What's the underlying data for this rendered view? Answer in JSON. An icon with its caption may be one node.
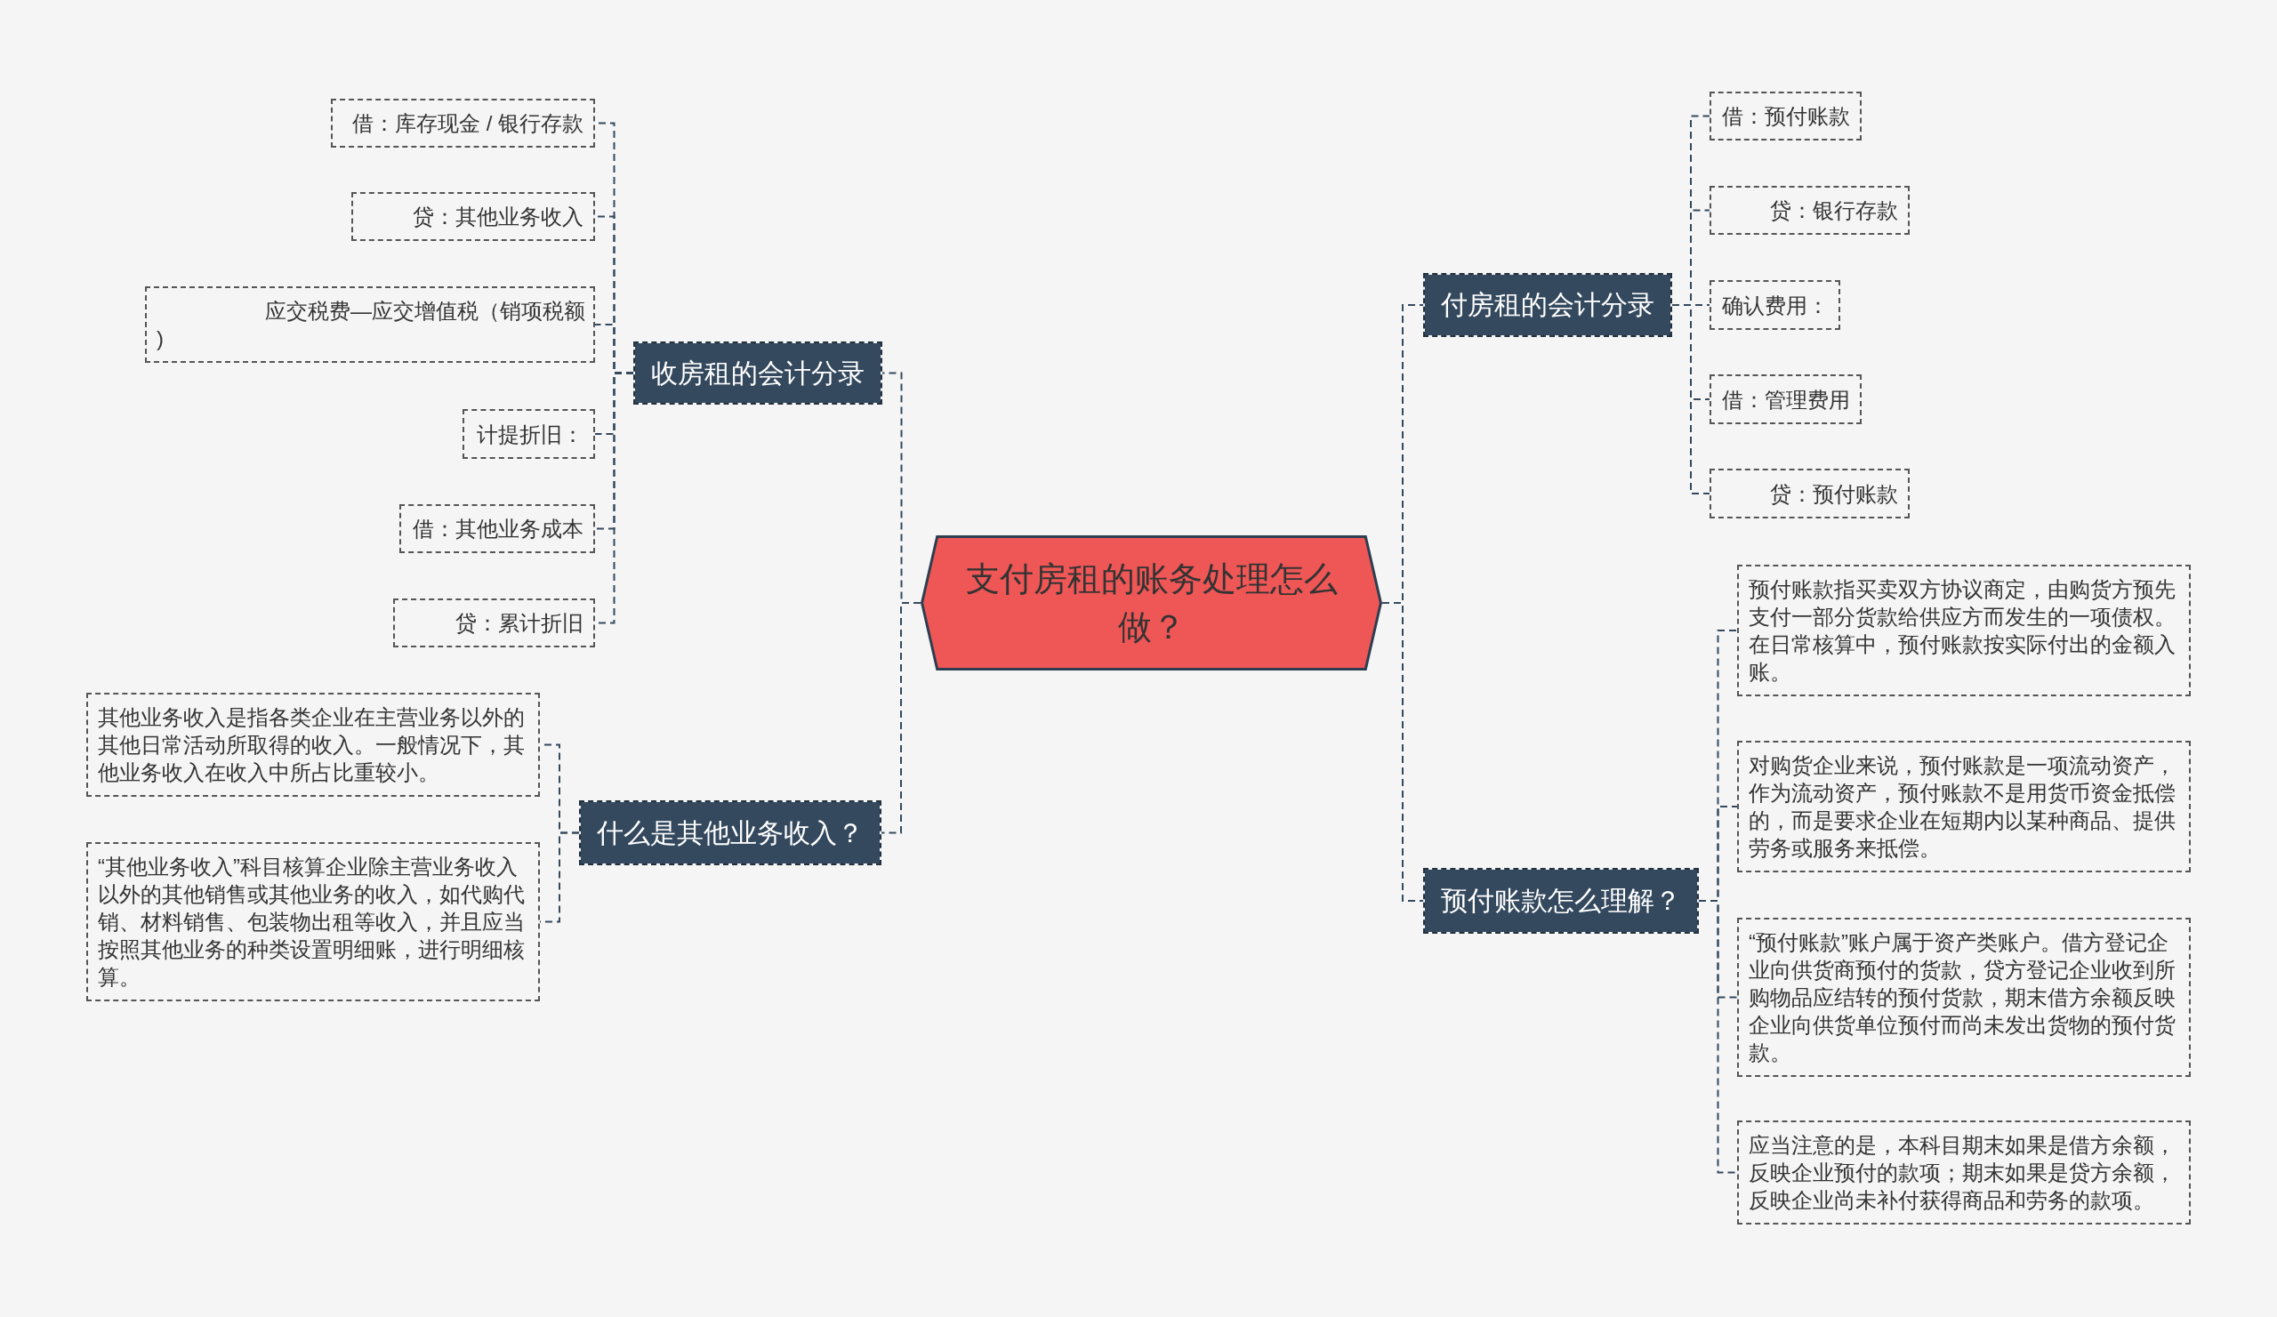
{
  "diagram": {
    "nodes": [
      {
        "text": [
          "支付房租的账务处理怎么做？"
        ]
      },
      {
        "text": [
          "收房租的会计分录"
        ]
      },
      {
        "text": [
          "借：库存现金 / 银行存款"
        ]
      },
      {
        "text": [
          "贷：其他业务收入"
        ]
      },
      {
        "text": [
          "应交税费—应交增值税（销项税额)"
        ]
      },
      {
        "text": [
          "计提折旧："
        ]
      },
      {
        "text": [
          "借：其他业务成本"
        ]
      },
      {
        "text": [
          "贷：累计折旧"
        ]
      },
      {
        "text": [
          "什么是其他业务收入？"
        ]
      },
      {
        "text": [
          "其他业务收入是指各类企业在主营业务以外的其他日常活动所取得的收入。一般情况下，其他业务收入在收入中所占比重较小。"
        ]
      },
      {
        "text": [
          "“其他业务收入”科目核算企业除主营业务收入以外的其他销售或其他业务的收入，如代购代销、材料销售、包装物出租等收入，并且应当按照其他业务的种类设置明细账，进行明细核算。"
        ]
      },
      {
        "text": [
          "付房租的会计分录"
        ]
      },
      {
        "text": [
          "借：预付账款"
        ]
      },
      {
        "text": [
          "贷：银行存款"
        ]
      },
      {
        "text": [
          "确认费用："
        ]
      },
      {
        "text": [
          "借：管理费用"
        ]
      },
      {
        "text": [
          "贷：预付账款"
        ]
      },
      {
        "text": [
          "预付账款怎么理解？"
        ]
      },
      {
        "text": [
          "预付账款指买卖双方协议商定，由购货方预先支付一部分货款给供应方而发生的一项债权。在日常核算中，预付账款按实际付出的金额入账。"
        ]
      },
      {
        "text": [
          "对购货企业来说，预付账款是一项流动资产，作为流动资产，预付账款不是用货币资金抵偿的，而是要求企业在短期内以某种商品、提供劳务或服务来抵偿。"
        ]
      },
      {
        "text": [
          "“预付账款”账户属于资产类账户。借方登记企业向供货商预付的货款，贷方登记企业收到所购物品应结转的预付货款，期末借方余额反映企业向供货单位预付而尚未发出货物的预付货款。"
        ]
      },
      {
        "text": [
          "应当注意的是，本科目期末如果是借方余额，反映企业预付的款项；期末如果是贷方余额，反映企业尚未补付获得商品和劳务的款项。"
        ]
      }
    ],
    "edges": [
      {
        "from": 0,
        "to": 1,
        "arrow": "none",
        "style": "dashed"
      },
      {
        "from": 0,
        "to": 8,
        "arrow": "none",
        "style": "dashed"
      },
      {
        "from": 0,
        "to": 11,
        "arrow": "none",
        "style": "dashed"
      },
      {
        "from": 0,
        "to": 17,
        "arrow": "none",
        "style": "dashed"
      },
      {
        "from": 1,
        "to": 2,
        "arrow": "none",
        "style": "dashed"
      },
      {
        "from": 1,
        "to": 3,
        "arrow": "none",
        "style": "dashed"
      },
      {
        "from": 1,
        "to": 4,
        "arrow": "none",
        "style": "dashed"
      },
      {
        "from": 1,
        "to": 5,
        "arrow": "none",
        "style": "dashed"
      },
      {
        "from": 1,
        "to": 6,
        "arrow": "none",
        "style": "dashed"
      },
      {
        "from": 1,
        "to": 7,
        "arrow": "none",
        "style": "dashed"
      },
      {
        "from": 8,
        "to": 9,
        "arrow": "none",
        "style": "dashed"
      },
      {
        "from": 8,
        "to": 10,
        "arrow": "none",
        "style": "dashed"
      },
      {
        "from": 11,
        "to": 12,
        "arrow": "none",
        "style": "dashed"
      },
      {
        "from": 11,
        "to": 13,
        "arrow": "none",
        "style": "dashed"
      },
      {
        "from": 11,
        "to": 14,
        "arrow": "none",
        "style": "dashed"
      },
      {
        "from": 11,
        "to": 15,
        "arrow": "none",
        "style": "dashed"
      },
      {
        "from": 11,
        "to": 16,
        "arrow": "none",
        "style": "dashed"
      },
      {
        "from": 17,
        "to": 18,
        "arrow": "none",
        "style": "dashed"
      },
      {
        "from": 17,
        "to": 19,
        "arrow": "none",
        "style": "dashed"
      },
      {
        "from": 17,
        "to": 20,
        "arrow": "none",
        "style": "dashed"
      },
      {
        "from": 17,
        "to": 21,
        "arrow": "none",
        "style": "dashed"
      }
    ]
  }
}
